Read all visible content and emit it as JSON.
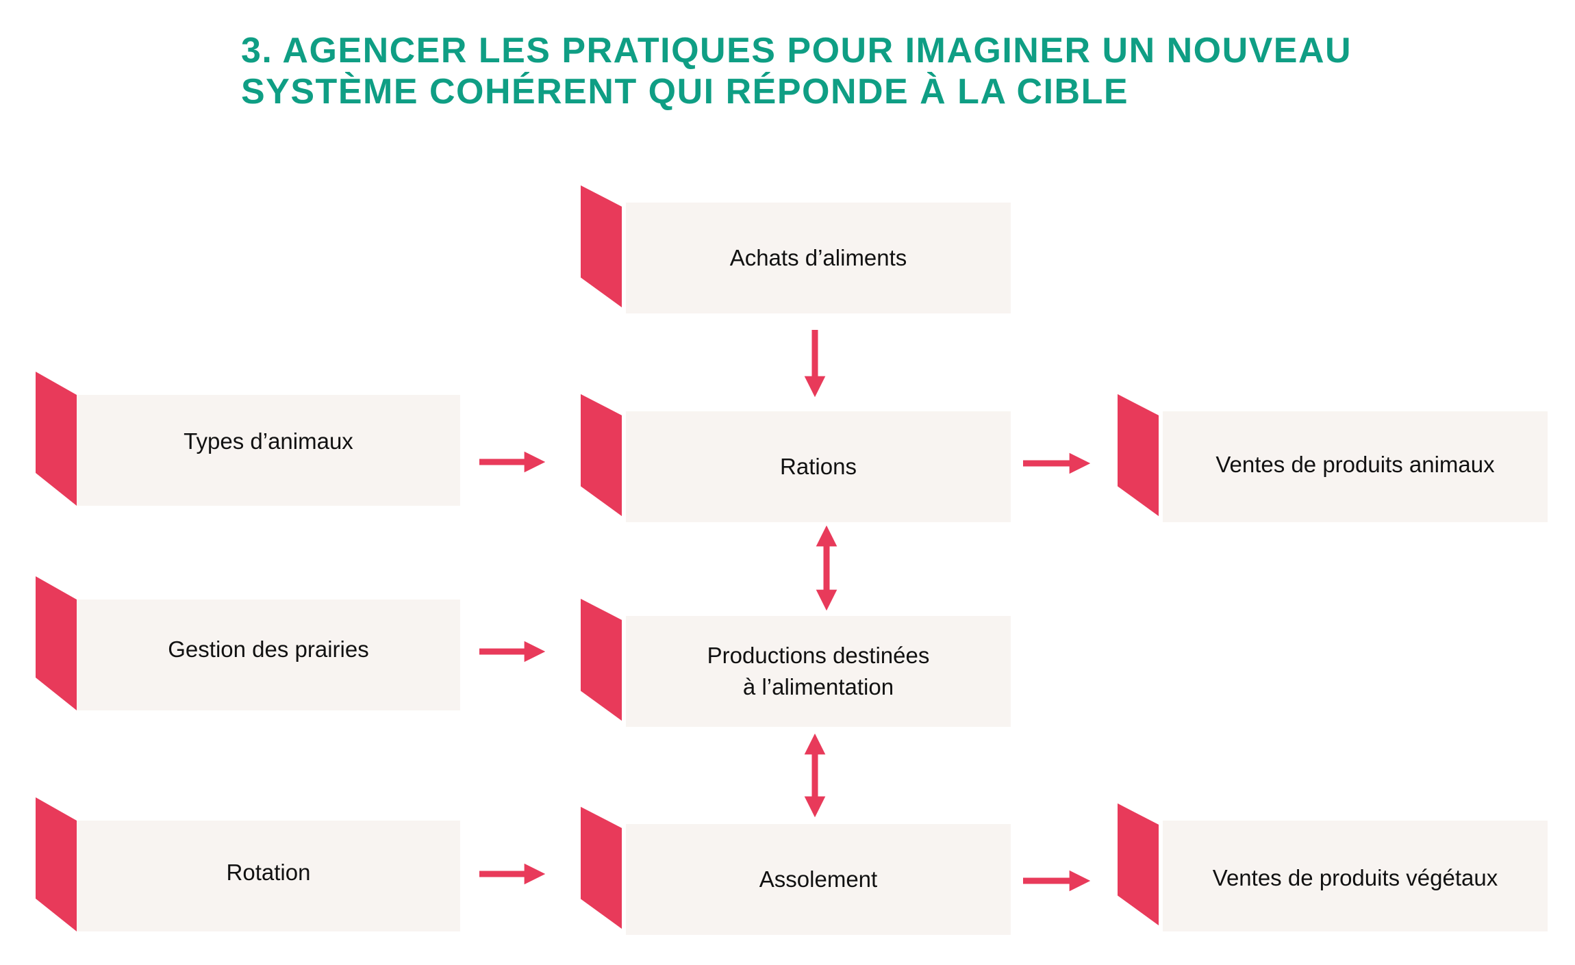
{
  "title": {
    "line1": "3.  AGENCER LES PRATIQUES POUR IMAGINER UN NOUVEAU",
    "line2": "SYSTÈME COHÉRENT QUI RÉPONDE À LA CIBLE"
  },
  "nodes": {
    "achats": "Achats d’aliments",
    "types": "Types d’animaux",
    "rations": "Rations",
    "ventes_animaux": "Ventes de produits animaux",
    "gestion": "Gestion des prairies",
    "productions": "Productions destinées\nà l’alimentation",
    "rotation": "Rotation",
    "assolement": "Assolement",
    "ventes_vegetaux": "Ventes de produits végétaux"
  },
  "colors": {
    "title": "#0f9e84",
    "accent": "#e83a5a",
    "box": "#f8f4f1",
    "text": "#111111"
  }
}
